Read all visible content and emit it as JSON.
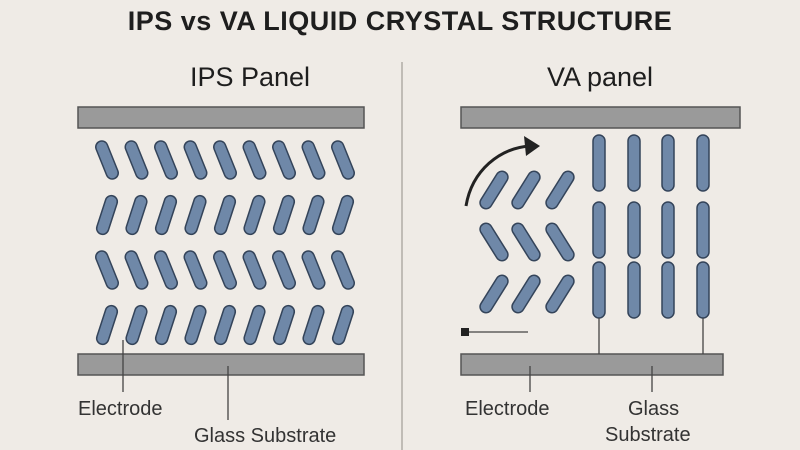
{
  "title": "IPS vs VA LIQUID CRYSTAL STRUCTURE",
  "ips": {
    "heading": "IPS Panel",
    "labels": {
      "electrode": "Electrode",
      "substrate": "Glass Substrate"
    }
  },
  "va": {
    "heading": "VA panel",
    "labels": {
      "electrode": "Electrode",
      "substrate_line1": "Glass",
      "substrate_line2": "Substrate"
    }
  },
  "colors": {
    "background": "#efebe6",
    "plate": "#9a9a9a",
    "plate_border": "#555555",
    "crystal": "#6f88a8",
    "crystal_border": "#34445a",
    "line": "#444444"
  }
}
